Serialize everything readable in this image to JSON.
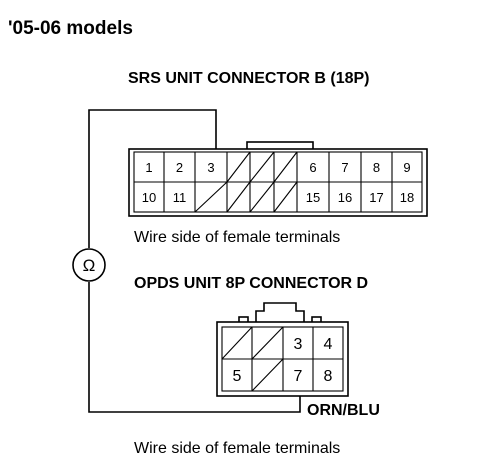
{
  "title": "'05-06 models",
  "connector_b": {
    "header": "SRS UNIT CONNECTOR B (18P)",
    "row1": [
      "1",
      "2",
      "3",
      "",
      "",
      "",
      "6",
      "7",
      "8",
      "9"
    ],
    "row2": [
      "10",
      "11",
      "",
      "",
      "",
      "",
      "15",
      "16",
      "17",
      "18"
    ],
    "caption": "Wire side of female terminals"
  },
  "meter_symbol": "Ω",
  "connector_d": {
    "header": "OPDS UNIT 8P CONNECTOR D",
    "row1": [
      "",
      "",
      "3",
      "4"
    ],
    "row2": [
      "5",
      "",
      "7",
      "8"
    ],
    "wire_label": "ORN/BLU",
    "caption": "Wire side of female terminals"
  }
}
